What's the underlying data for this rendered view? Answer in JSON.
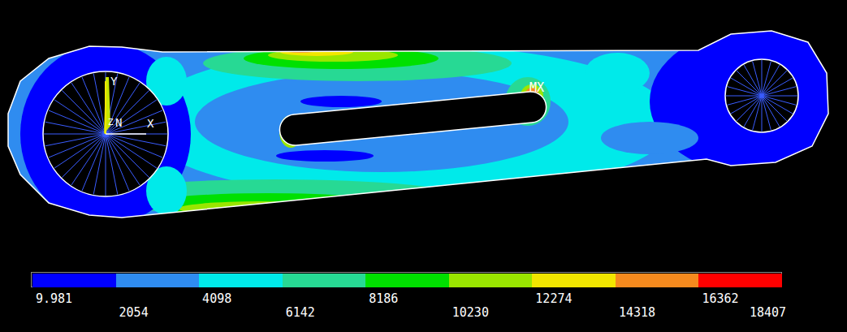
{
  "diagram": {
    "labels": [
      "Y",
      "X",
      "Z",
      "N",
      "MX",
      "18407"
    ],
    "legend": [
      {
        "text": "9.981",
        "color": "#0000ff"
      },
      {
        "text": "2054",
        "color": "#2f8cf0"
      },
      {
        "text": "4098",
        "color": "#00eaea"
      },
      {
        "text": "6142",
        "color": "#27d994"
      },
      {
        "text": "8186",
        "color": "#00e000"
      },
      {
        "text": "10230",
        "color": "#9ae600"
      },
      {
        "text": "12274",
        "color": "#f2e600"
      },
      {
        "text": "14318",
        "color": "#f58a1e"
      },
      {
        "text": "16362",
        "color": "#ff0000"
      }
    ]
  }
}
